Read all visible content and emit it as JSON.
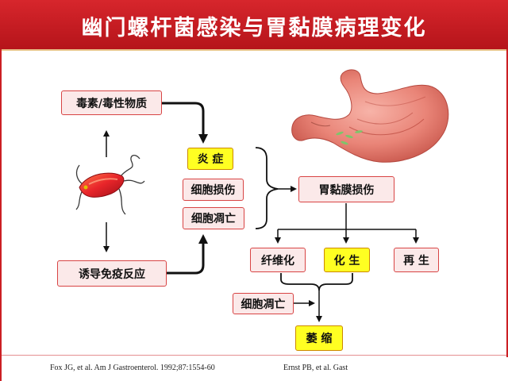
{
  "title": "幽门螺杆菌感染与胃黏膜病理变化",
  "nodes": {
    "toxins": "毒素/毒性物质",
    "immune": "诱导免疫反应",
    "inflammation": "炎 症",
    "cell_damage": "细胞损伤",
    "cell_death_1": "细胞凋亡",
    "mucosal_damage": "胃黏膜损伤",
    "fibrosis": "纤维化",
    "metaplasia": "化 生",
    "regeneration": "再 生",
    "cell_death_2": "细胞凋亡",
    "atrophy": "萎 缩"
  },
  "citations": {
    "left": "Fox JG, et al. Am J Gastroenterol. 1992;87:1554-60",
    "right": "Ernst PB, et al. Gast"
  },
  "colors": {
    "title_bar": "#c81e24",
    "box_fill": "#fbe9e9",
    "box_border": "#d84444",
    "highlight_fill": "#ffff22"
  },
  "icons": {
    "bacterium": "h-pylori-bacterium-illustration",
    "stomach": "stomach-illustration"
  }
}
